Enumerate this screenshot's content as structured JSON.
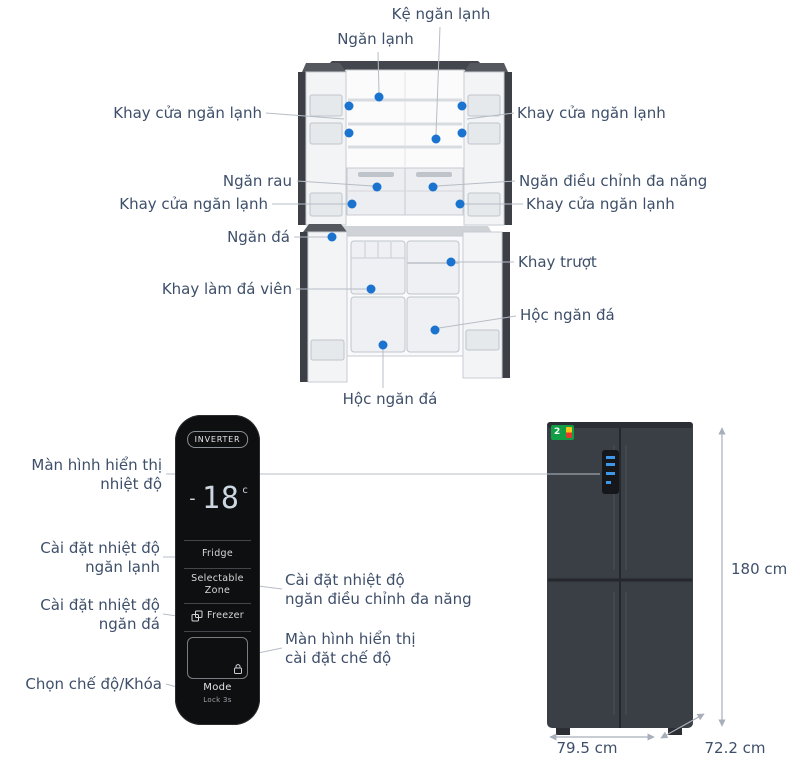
{
  "fridge_annotations": [
    {
      "id": "ke-ngan-lanh",
      "lines": [
        "Kệ ngăn lạnh"
      ]
    },
    {
      "id": "ngan-lanh",
      "lines": [
        "Ngăn lạnh"
      ]
    },
    {
      "id": "khay-cua-ngan-lanh-top-left",
      "lines": [
        "Khay cửa ngăn lạnh"
      ]
    },
    {
      "id": "khay-cua-ngan-lanh-top-right",
      "lines": [
        "Khay cửa ngăn lạnh"
      ]
    },
    {
      "id": "ngan-rau",
      "lines": [
        "Ngăn rau"
      ]
    },
    {
      "id": "ngan-dieu-chinh-da-nang",
      "lines": [
        "Ngăn điều chỉnh đa năng"
      ]
    },
    {
      "id": "khay-cua-ngan-lanh-mid-left",
      "lines": [
        "Khay cửa ngăn lạnh"
      ]
    },
    {
      "id": "khay-cua-ngan-lanh-mid-right",
      "lines": [
        "Khay cửa ngăn lạnh"
      ]
    },
    {
      "id": "ngan-da",
      "lines": [
        "Ngăn đá"
      ]
    },
    {
      "id": "khay-truot",
      "lines": [
        "Khay trượt"
      ]
    },
    {
      "id": "khay-lam-da-vien",
      "lines": [
        "Khay làm đá viên"
      ]
    },
    {
      "id": "hoc-ngan-da-right",
      "lines": [
        "Hộc ngăn đá"
      ]
    },
    {
      "id": "hoc-ngan-da-bottom",
      "lines": [
        "Hộc ngăn đá"
      ]
    }
  ],
  "panel_annotations": [
    {
      "id": "man-hinh-hien-thi-nhiet-do",
      "lines": [
        "Màn hình hiển thị",
        "nhiệt độ"
      ]
    },
    {
      "id": "cai-dat-nhiet-do-ngan-lanh",
      "lines": [
        "Cài đặt nhiệt độ",
        "ngăn lạnh"
      ]
    },
    {
      "id": "cai-dat-nhiet-do-ngan-da",
      "lines": [
        "Cài đặt nhiệt độ",
        "ngăn đá"
      ]
    },
    {
      "id": "chon-che-do-khoa",
      "lines": [
        "Chọn chế độ/Khóa"
      ]
    },
    {
      "id": "cai-dat-nhiet-do-ngan-dieu-chinh",
      "lines": [
        "Cài đặt nhiệt độ",
        "ngăn điều chỉnh đa năng"
      ]
    },
    {
      "id": "man-hinh-hien-thi-cai-dat-che-do",
      "lines": [
        "Màn hình hiển thị",
        "cài đặt chế độ"
      ]
    }
  ],
  "control_panel": {
    "brand_badge": "INVERTER",
    "display": {
      "minus": "-",
      "value": "18",
      "unit": "c"
    },
    "buttons": {
      "fridge": "Fridge",
      "zone_line1": "Selectable",
      "zone_line2": "Zone",
      "freezer": "Freezer",
      "mode": "Mode",
      "lock_hint": "Lock 3s"
    }
  },
  "dimensions": {
    "height": "180 cm",
    "width": "79.5 cm",
    "depth": "72.2 cm"
  },
  "energy_badge": "2",
  "colors": {
    "label_text": "#3e4f6a",
    "annotation_dot": "#1a73cf",
    "leader_line": "#b7bdc6",
    "fridge_body": "#3a3f46",
    "panel_background": "#0e0f10"
  }
}
